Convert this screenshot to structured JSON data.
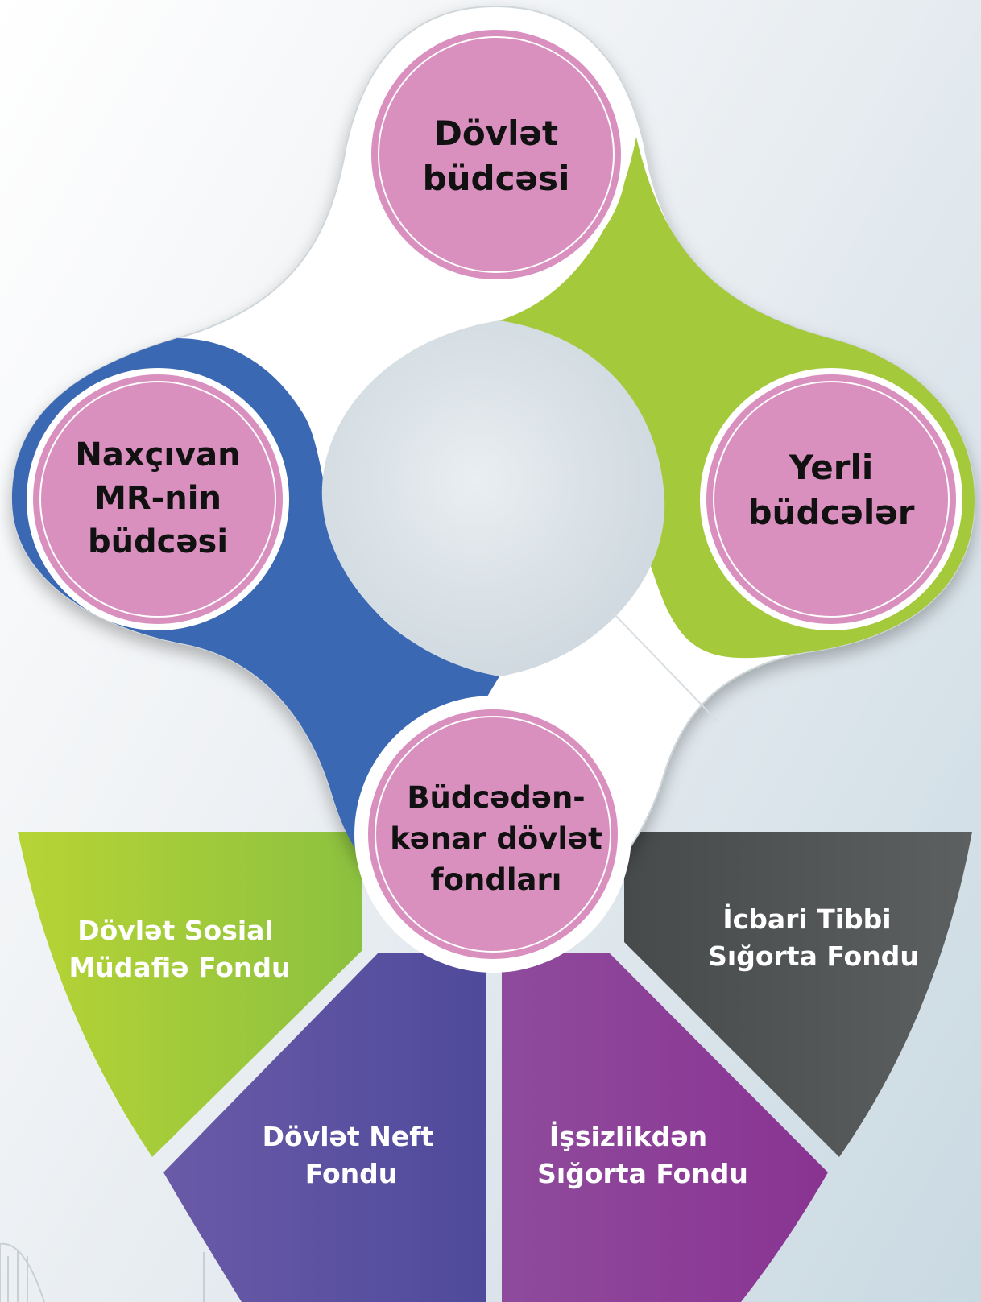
{
  "colors": {
    "circle_fill": "#d990bf",
    "circle_ring": "#ffffff",
    "green": "#a4c93a",
    "blue": "#3a68b3",
    "white": "#ffffff",
    "segment_green": "#a8cf38",
    "segment_indigo": "#5a4fa0",
    "segment_purple": "#8a3f98",
    "segment_gray": "#555858",
    "text_dark": "#111111",
    "text_light": "#ffffff"
  },
  "nodes": {
    "top": {
      "line1": "Dövlət",
      "line2": "büdcəsi"
    },
    "left": {
      "line1": "Naxçıvan",
      "line2": "MR-nin",
      "line3": "büdcəsi"
    },
    "right": {
      "line1": "Yerli",
      "line2": "büdcələr"
    },
    "bottom": {
      "line1": "Büdcədən-",
      "line2": "kənar dövlət",
      "line3": "fondları"
    }
  },
  "segments": {
    "green": {
      "line1": "Dövlət Sosial",
      "line2": "Müdafiə Fondu"
    },
    "indigo": {
      "line1": "Dövlət Neft",
      "line2": "Fondu"
    },
    "purple": {
      "line1": "İşsizlikdən",
      "line2": "Sığorta Fondu"
    },
    "gray": {
      "line1": "İcbari Tibbi",
      "line2": "Sığorta Fondu"
    }
  }
}
